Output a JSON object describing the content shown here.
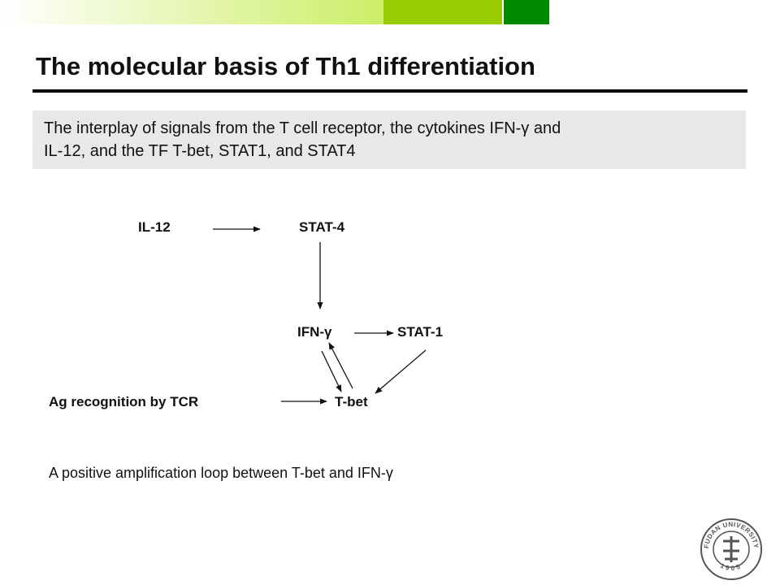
{
  "header": {
    "title": "The molecular basis of Th1 differentiation",
    "bar_colors": [
      "#ccee66",
      "#99cc00",
      "#008800"
    ]
  },
  "subtitle": {
    "line1": "The interplay of signals from the T cell receptor, the cytokines IFN-γ and",
    "line2": "IL-12, and the TF T-bet, STAT1, and STAT4"
  },
  "diagram": {
    "nodes": {
      "il12": "IL-12",
      "stat4": "STAT-4",
      "ifng": "IFN-γ",
      "stat1": "STAT-1",
      "ag": "Ag recognition by TCR",
      "tbet": "T-bet"
    },
    "edges": [
      {
        "from": "IL-12",
        "to": "STAT-4"
      },
      {
        "from": "STAT-4",
        "to": "IFN-γ"
      },
      {
        "from": "IFN-γ",
        "to": "STAT-1"
      },
      {
        "from": "STAT-1",
        "to": "T-bet"
      },
      {
        "from": "Ag recognition by TCR",
        "to": "T-bet"
      },
      {
        "from": "IFN-γ",
        "to": "T-bet"
      },
      {
        "from": "T-bet",
        "to": "IFN-γ"
      }
    ]
  },
  "footnote": "A positive amplification loop between T-bet and IFN-γ",
  "seal": {
    "text": "FUDAN UNIVERSITY",
    "year": "1905",
    "icon": "university-seal-icon"
  }
}
